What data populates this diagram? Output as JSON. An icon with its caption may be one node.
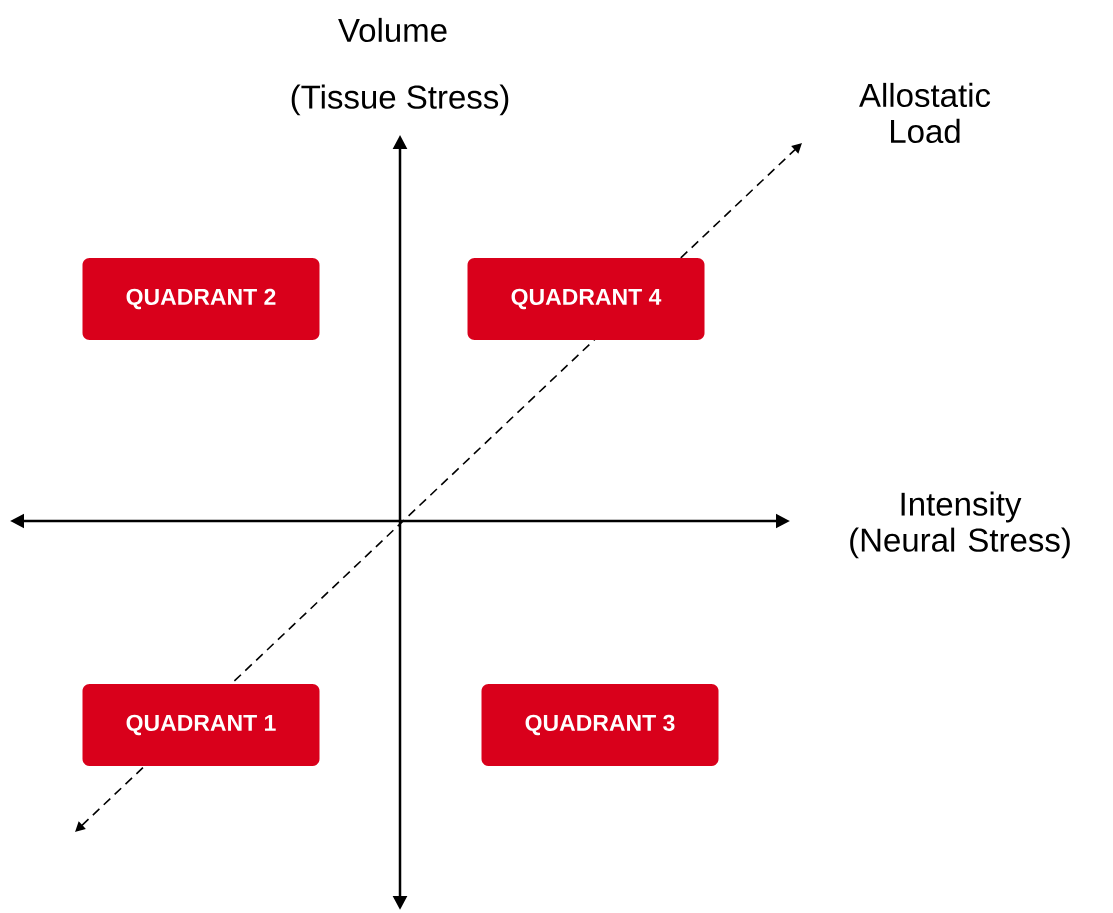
{
  "diagram": {
    "nodes": [
      {
        "text": [
          "QUADRANT 2"
        ]
      },
      {
        "text": [
          "QUADRANT 4"
        ]
      },
      {
        "text": [
          "QUADRANT 1"
        ]
      },
      {
        "text": [
          "QUADRANT 3"
        ]
      }
    ],
    "labels": [
      "Volume",
      "(Tissue Stress)",
      "Allostatic Load",
      "Intensity (Neural Stress)"
    ]
  }
}
